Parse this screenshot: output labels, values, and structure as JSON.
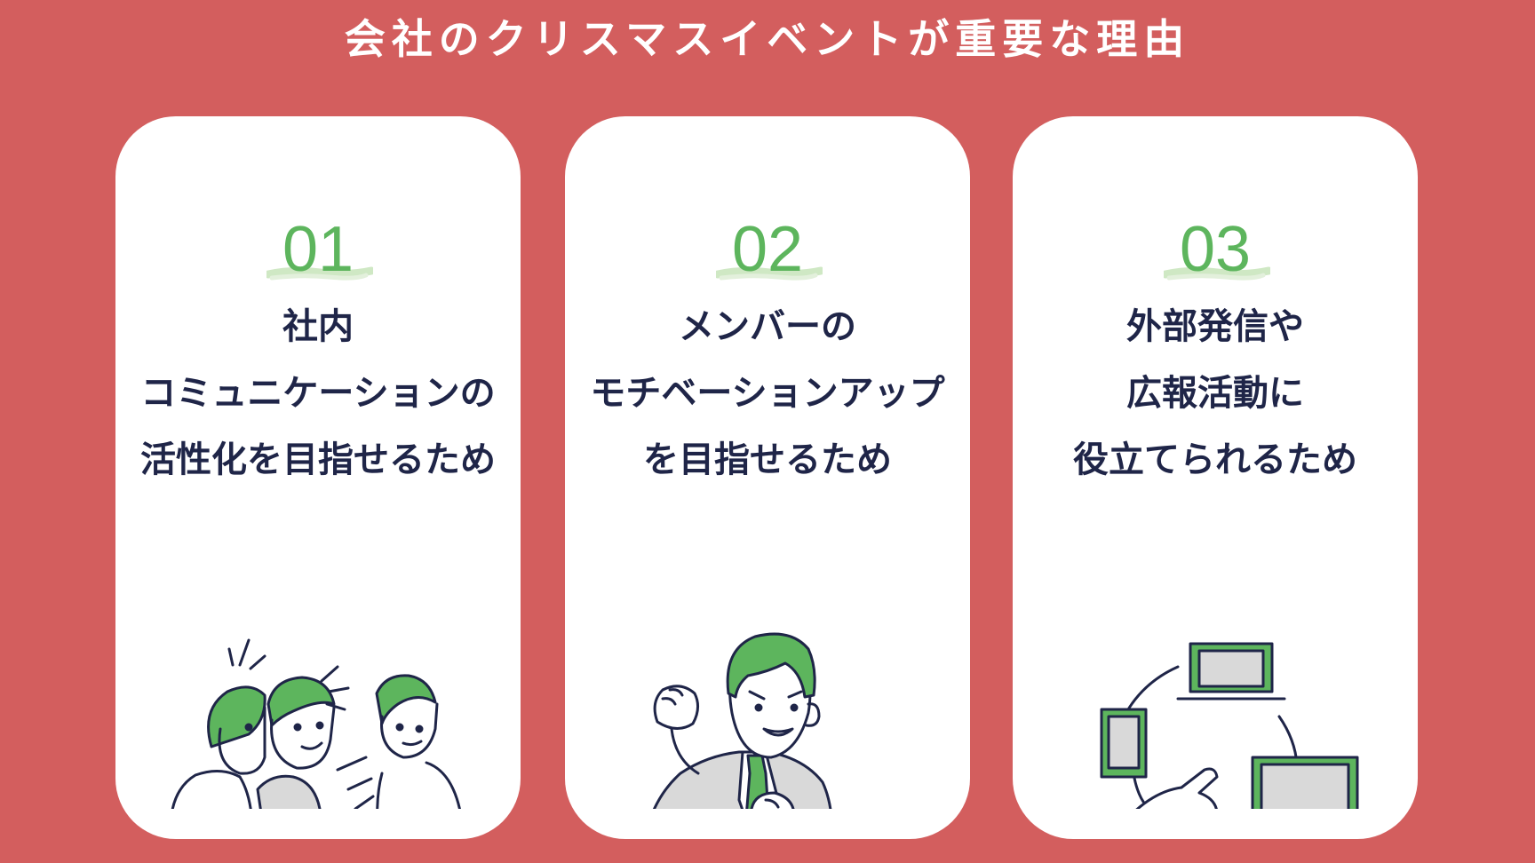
{
  "title": "会社のクリスマスイベントが重要な理由",
  "colors": {
    "background": "#D35E5E",
    "card": "#FFFFFF",
    "number": "#5DB55D",
    "text": "#1F2548",
    "illustration_accent": "#5DB55D",
    "illustration_gray": "#D9D9D9"
  },
  "cards": [
    {
      "number": "01",
      "lines": [
        "社内",
        "コミュニケーションの",
        "活性化を目指せるため"
      ],
      "illustration": "people-chatting-icon"
    },
    {
      "number": "02",
      "lines": [
        "メンバーの",
        "モチベーションアップ",
        "を目指せるため"
      ],
      "illustration": "motivated-businessman-icon"
    },
    {
      "number": "03",
      "lines": [
        "外部発信や",
        "広報活動に",
        "役立てられるため"
      ],
      "illustration": "connected-devices-icon"
    }
  ]
}
